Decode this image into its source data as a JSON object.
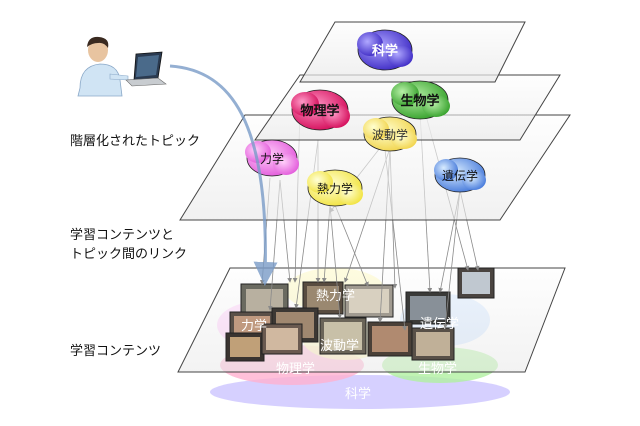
{
  "labels": {
    "hierarchical_topics": "階層化されたトピック",
    "links_line1": "学習コンテンツと",
    "links_line2": "トピック間のリンク",
    "learning_content": "学習コンテンツ"
  },
  "topics": {
    "science": "科学",
    "physics": "物理学",
    "biology": "生物学",
    "waves": "波動学",
    "mechanics": "力学",
    "thermo": "熱力学",
    "genetics": "遺伝学"
  },
  "content_blobs": {
    "science": "科学",
    "physics": "物理学",
    "biology": "生物学",
    "waves": "波動学",
    "mechanics": "力学",
    "thermo": "熱力学",
    "genetics": "遺伝学"
  },
  "colors": {
    "science": "#5b4bdc",
    "physics": "#e8106a",
    "biology": "#48b838",
    "waves": "#f0e850",
    "mechanics": "#f06ae8",
    "thermo": "#f8f050",
    "genetics": "#3c78e0",
    "link_line": "#8a8a8a",
    "user_arrow": "#7a9cc8"
  },
  "icons": [
    "user-at-laptop-icon"
  ]
}
